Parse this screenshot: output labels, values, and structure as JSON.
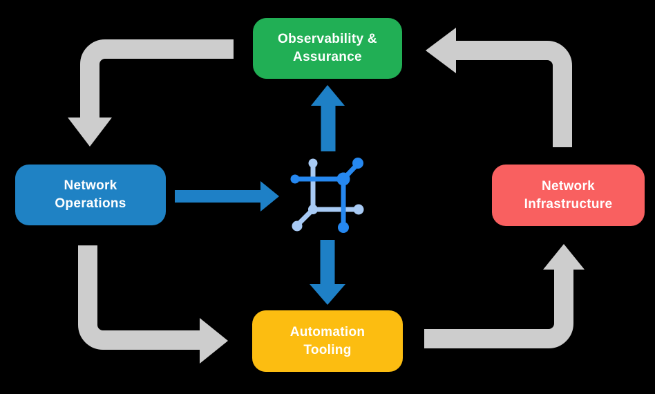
{
  "background_color": "#000000",
  "nodes": {
    "observability": {
      "label": "Observability &\nAssurance",
      "color": "#21AF55"
    },
    "operations": {
      "label": "Network\nOperations",
      "color": "#1F82C4"
    },
    "infrastructure": {
      "label": "Network\nInfrastructure",
      "color": "#F96060"
    },
    "automation": {
      "label": "Automation\nTooling",
      "color": "#FCBD11"
    }
  },
  "colors": {
    "cycle_arrow": "#CDCDCD",
    "flow_arrow": "#1E80C6",
    "icon_dark": "#2688F0",
    "icon_light": "#A8CAF4",
    "node_text": "#FFFFFF"
  },
  "center_icon": "network-mesh-icon",
  "cycle_arrows": [
    {
      "from": "observability",
      "to": "operations"
    },
    {
      "from": "operations",
      "to": "automation"
    },
    {
      "from": "automation",
      "to": "infrastructure"
    },
    {
      "from": "infrastructure",
      "to": "observability"
    }
  ],
  "flow_arrows": [
    {
      "from": "operations",
      "to": "center-icon"
    },
    {
      "from": "center-icon",
      "to": "observability"
    },
    {
      "from": "center-icon",
      "to": "automation"
    }
  ]
}
